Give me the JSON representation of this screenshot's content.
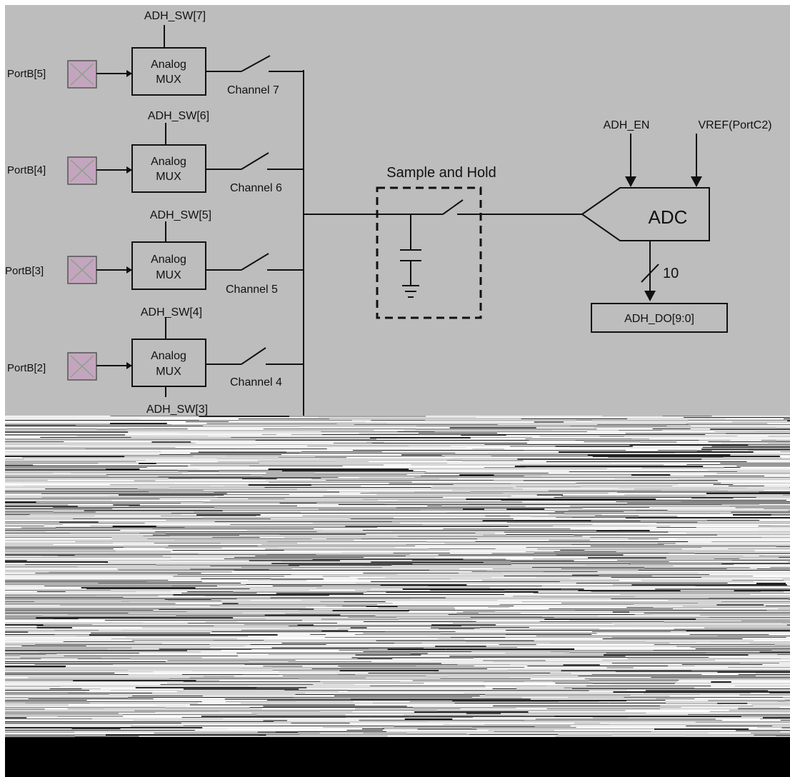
{
  "colors": {
    "panel_bg": "#bdbdbd",
    "ink": "#111111",
    "pin_fill": "#c4a5bf",
    "black_bar": "#000000"
  },
  "channels": [
    {
      "port": "PortB[5]",
      "mux_line1": "Analog",
      "mux_line2": "MUX",
      "sw": "ADH_SW[7]",
      "channel": "Channel 7"
    },
    {
      "port": "PortB[4]",
      "mux_line1": "Analog",
      "mux_line2": "MUX",
      "sw": "ADH_SW[6]",
      "channel": "Channel 6"
    },
    {
      "port": "PortB[3]",
      "mux_line1": "Analog",
      "mux_line2": "MUX",
      "sw": "ADH_SW[5]",
      "channel": "Channel 5"
    },
    {
      "port": "PortB[2]",
      "mux_line1": "Analog",
      "mux_line2": "MUX",
      "sw": "ADH_SW[4]",
      "channel": "Channel 4"
    }
  ],
  "bottom_sw_label": "ADH_SW[3]",
  "sample_hold_label": "Sample and Hold",
  "adc_label": "ADC",
  "adh_en_label": "ADH_EN",
  "vref_label": "VREF(PortC2)",
  "bus_width_label": "10",
  "output_label": "ADH_DO[9:0]"
}
